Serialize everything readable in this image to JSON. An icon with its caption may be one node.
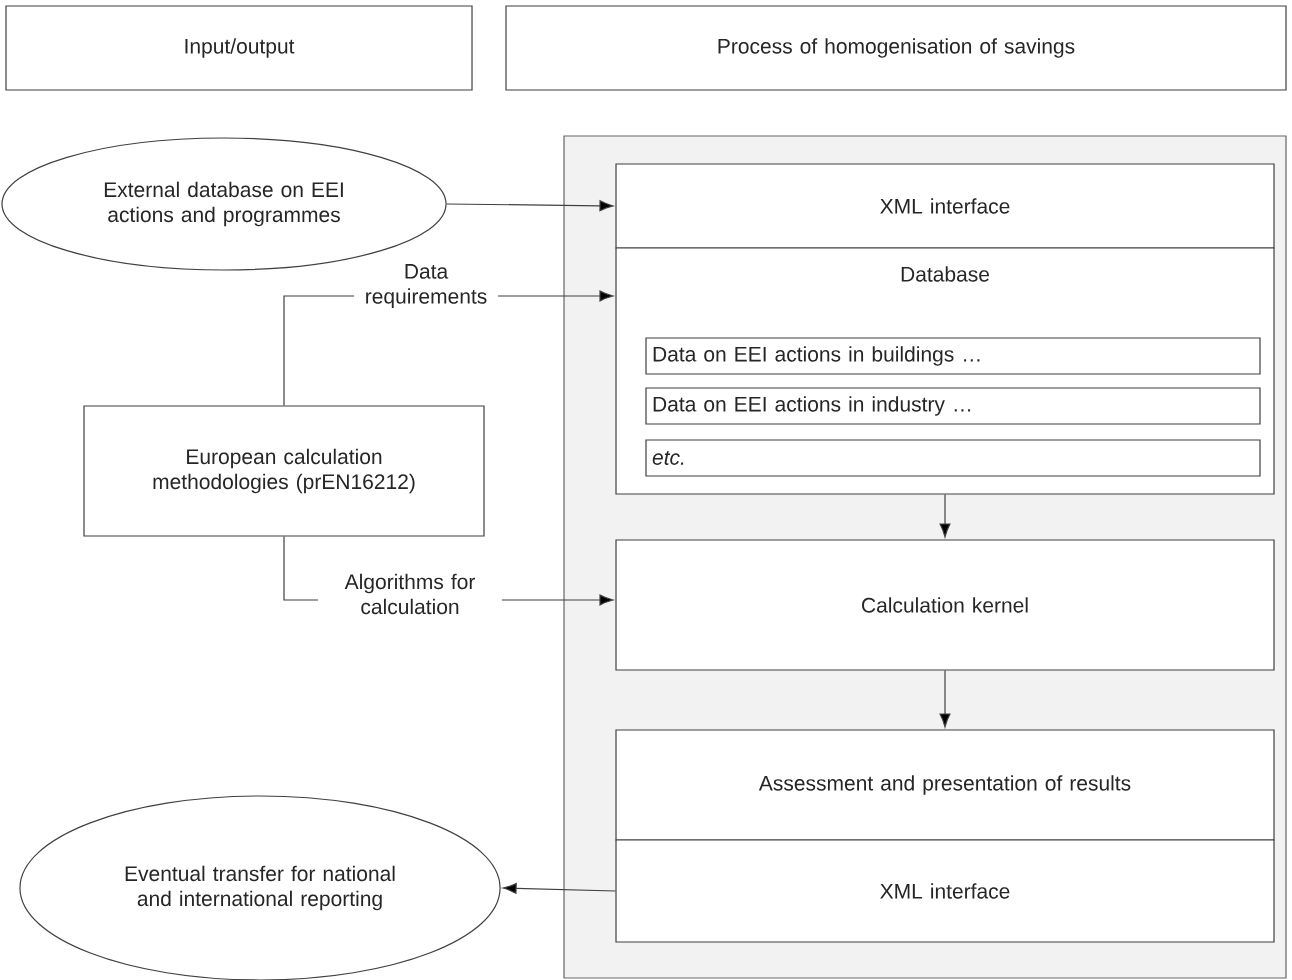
{
  "diagram": {
    "nodes": [
      {
        "text": [
          "Input/output"
        ]
      },
      {
        "text": [
          "Process of homogenisation of savings"
        ]
      },
      {
        "text": [],
        "shape": "box"
      },
      {
        "text": [
          "External database on EEI actions and programmes"
        ]
      },
      {
        "text": [
          "XML interface"
        ],
        "in": 2
      },
      {
        "text": [
          "Database"
        ],
        "in": 2
      },
      {
        "text": [
          "Data on EEI actions in buildings …"
        ],
        "in": 5
      },
      {
        "text": [
          "Data on EEI actions in industry …"
        ],
        "in": 5
      },
      {
        "text": [
          "etc."
        ],
        "in": 5
      },
      {
        "text": [
          "European calculation methodologies (prEN16212)"
        ]
      },
      {
        "text": [
          "Calculation kernel"
        ],
        "in": 2
      },
      {
        "text": [
          "Assessment and presentation of results"
        ],
        "in": 2
      },
      {
        "text": [
          "XML interface"
        ],
        "in": 2
      },
      {
        "text": [
          "Eventual transfer for national and international reporting"
        ]
      }
    ],
    "edges": [
      {
        "from": 3,
        "to": 4,
        "arrow": "to"
      },
      {
        "from": 9,
        "to": 5,
        "arrow": "to",
        "label": "Data requirements"
      },
      {
        "from": 9,
        "to": 10,
        "arrow": "to",
        "label": "Algorithms for calculation"
      },
      {
        "from": 5,
        "to": 10,
        "arrow": "to"
      },
      {
        "from": 10,
        "to": 11,
        "arrow": "to"
      },
      {
        "from": 12,
        "to": 13,
        "arrow": "to"
      }
    ]
  }
}
